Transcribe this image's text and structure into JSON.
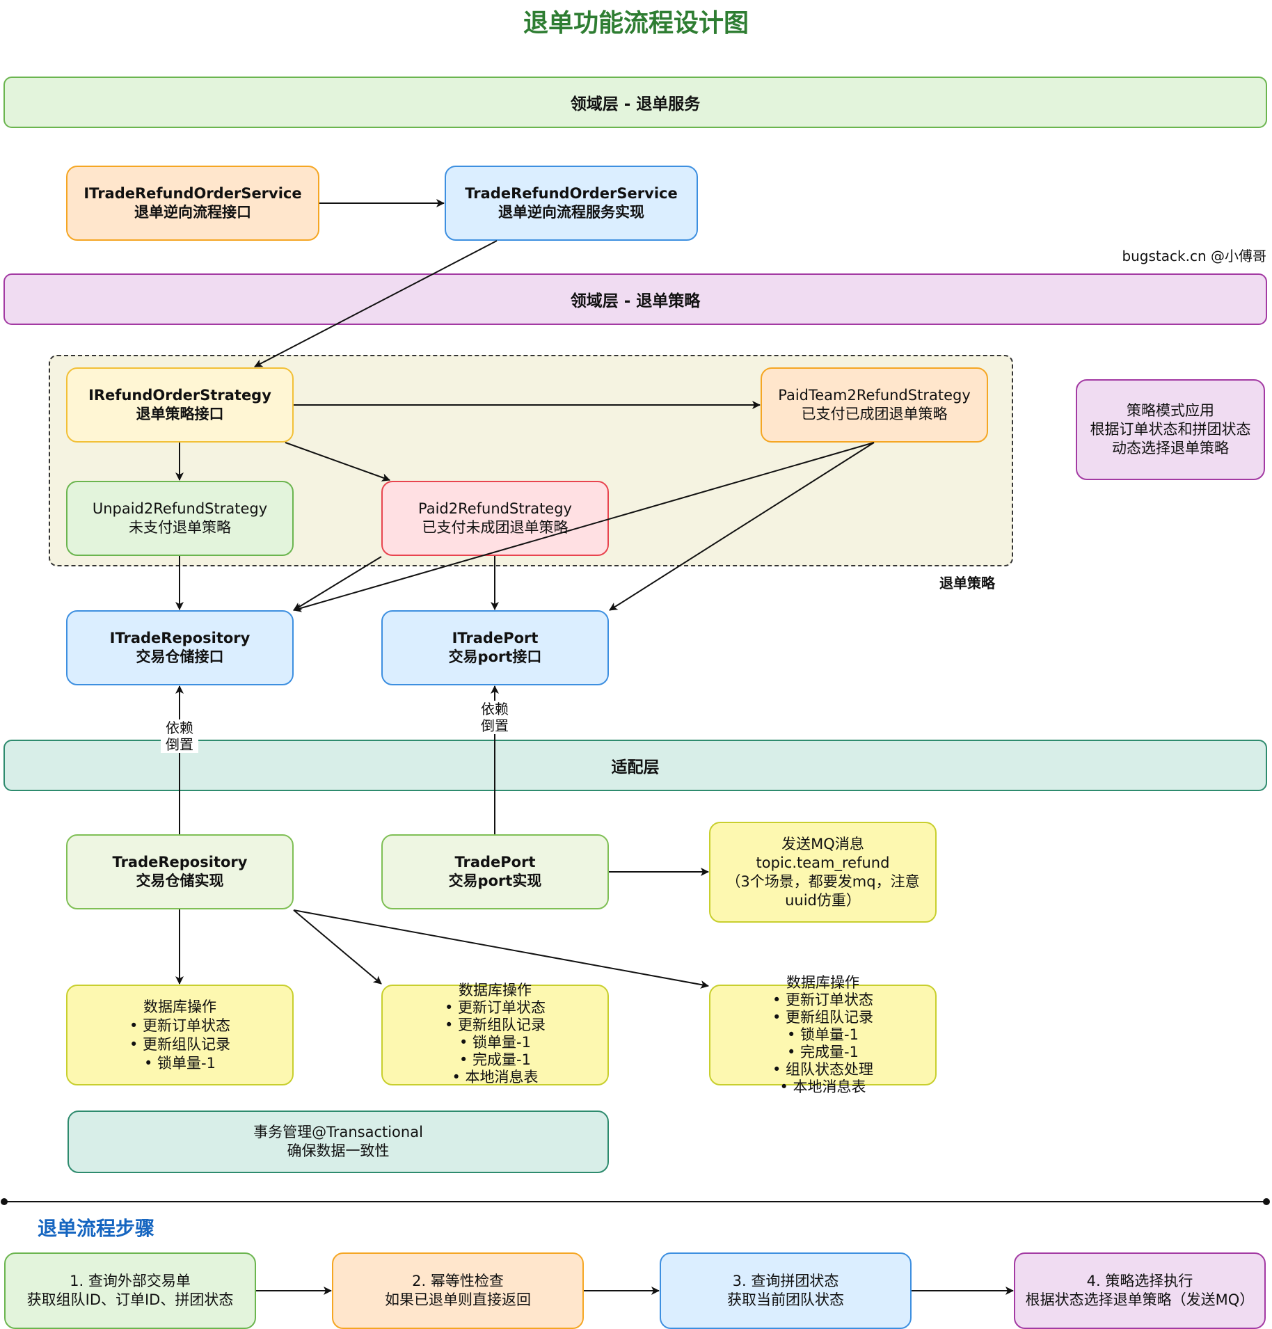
{
  "title": "退单功能流程设计图",
  "layers": {
    "domain_service": "领域层 - 退单服务",
    "domain_strategy": "领域层 - 退单策略",
    "adapter": "适配层"
  },
  "watermark": "bugstack.cn @小傅哥",
  "strategy_group_label": "退单策略",
  "nodes": {
    "i_trade_refund_service": {
      "line1": "ITradeRefundOrderService",
      "line2": "退单逆向流程接口"
    },
    "trade_refund_service": {
      "line1": "TradeRefundOrderService",
      "line2": "退单逆向流程服务实现"
    },
    "i_refund_strategy": {
      "line1": "IRefundOrderStrategy",
      "line2": "退单策略接口"
    },
    "paid_team_strategy": {
      "line1": "PaidTeam2RefundStrategy",
      "line2": "已支付已成团退单策略"
    },
    "unpaid_strategy": {
      "line1": "Unpaid2RefundStrategy",
      "line2": "未支付退单策略"
    },
    "paid_strategy": {
      "line1": "Paid2RefundStrategy",
      "line2": "已支付未成团退单策略"
    },
    "strategy_note": {
      "line1": "策略模式应用",
      "line2": "根据订单状态和拼团状态",
      "line3": "动态选择退单策略"
    },
    "i_trade_repository": {
      "line1": "ITradeRepository",
      "line2": "交易仓储接口"
    },
    "i_trade_port": {
      "line1": "ITradePort",
      "line2": "交易port接口"
    },
    "trade_repository": {
      "line1": "TradeRepository",
      "line2": "交易仓储实现"
    },
    "trade_port": {
      "line1": "TradePort",
      "line2": "交易port实现"
    },
    "mq": {
      "line1": "发送MQ消息",
      "line2": "topic.team_refund",
      "line3": "（3个场景，都要发mq，注意",
      "line4": "uuid仿重）"
    },
    "db1": {
      "line1": "数据库操作",
      "line2": "• 更新订单状态",
      "line3": "• 更新组队记录",
      "line4": "• 锁单量-1"
    },
    "db2": {
      "line1": "数据库操作",
      "line2": "• 更新订单状态",
      "line3": "• 更新组队记录",
      "line4": "• 锁单量-1",
      "line5": "• 完成量-1",
      "line6": "• 本地消息表"
    },
    "db3": {
      "line1": "数据库操作",
      "line2": "• 更新订单状态",
      "line3": "• 更新组队记录",
      "line4": "• 锁单量-1",
      "line5": "• 完成量-1",
      "line6": "• 组队状态处理",
      "line7": "• 本地消息表"
    },
    "tx": {
      "line1": "事务管理@Transactional",
      "line2": "确保数据一致性"
    }
  },
  "edge_labels": {
    "dip_left": {
      "line1": "依赖",
      "line2": "倒置"
    },
    "dip_right": {
      "line1": "依赖",
      "line2": "倒置"
    }
  },
  "steps_title": "退单流程步骤",
  "steps": [
    {
      "line1": "1. 查询外部交易单",
      "line2": "获取组队ID、订单ID、拼团状态"
    },
    {
      "line1": "2. 幂等性检查",
      "line2": "如果已退单则直接返回"
    },
    {
      "line1": "3. 查询拼团状态",
      "line2": "获取当前团队状态"
    },
    {
      "line1": "4. 策略选择执行",
      "line2": "根据状态选择退单策略（发送MQ）"
    }
  ]
}
